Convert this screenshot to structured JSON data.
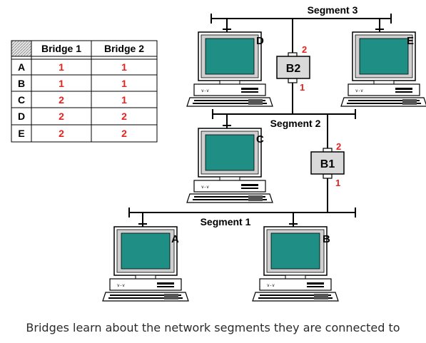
{
  "table": {
    "headers": [
      "Bridge 1",
      "Bridge 2"
    ],
    "rows": [
      {
        "station": "A",
        "bridge1": "1",
        "bridge2": "1"
      },
      {
        "station": "B",
        "bridge1": "1",
        "bridge2": "1"
      },
      {
        "station": "C",
        "bridge1": "2",
        "bridge2": "1"
      },
      {
        "station": "D",
        "bridge1": "2",
        "bridge2": "2"
      },
      {
        "station": "E",
        "bridge1": "2",
        "bridge2": "2"
      }
    ]
  },
  "segments": {
    "seg1": "Segment 1",
    "seg2": "Segment 2",
    "seg3": "Segment 3"
  },
  "bridges": {
    "b1": {
      "label": "B1",
      "port_top": "2",
      "port_bottom": "1"
    },
    "b2": {
      "label": "B2",
      "port_top": "2",
      "port_bottom": "1"
    }
  },
  "stations": {
    "a": "A",
    "b": "B",
    "c": "C",
    "d": "D",
    "e": "E"
  },
  "caption": "Bridges learn about the network segments they are connected to",
  "colors": {
    "screen": "#1f8f86",
    "port_number": "#e8201e",
    "table_header_fill": "#d9d9d9",
    "line": "#000000"
  }
}
